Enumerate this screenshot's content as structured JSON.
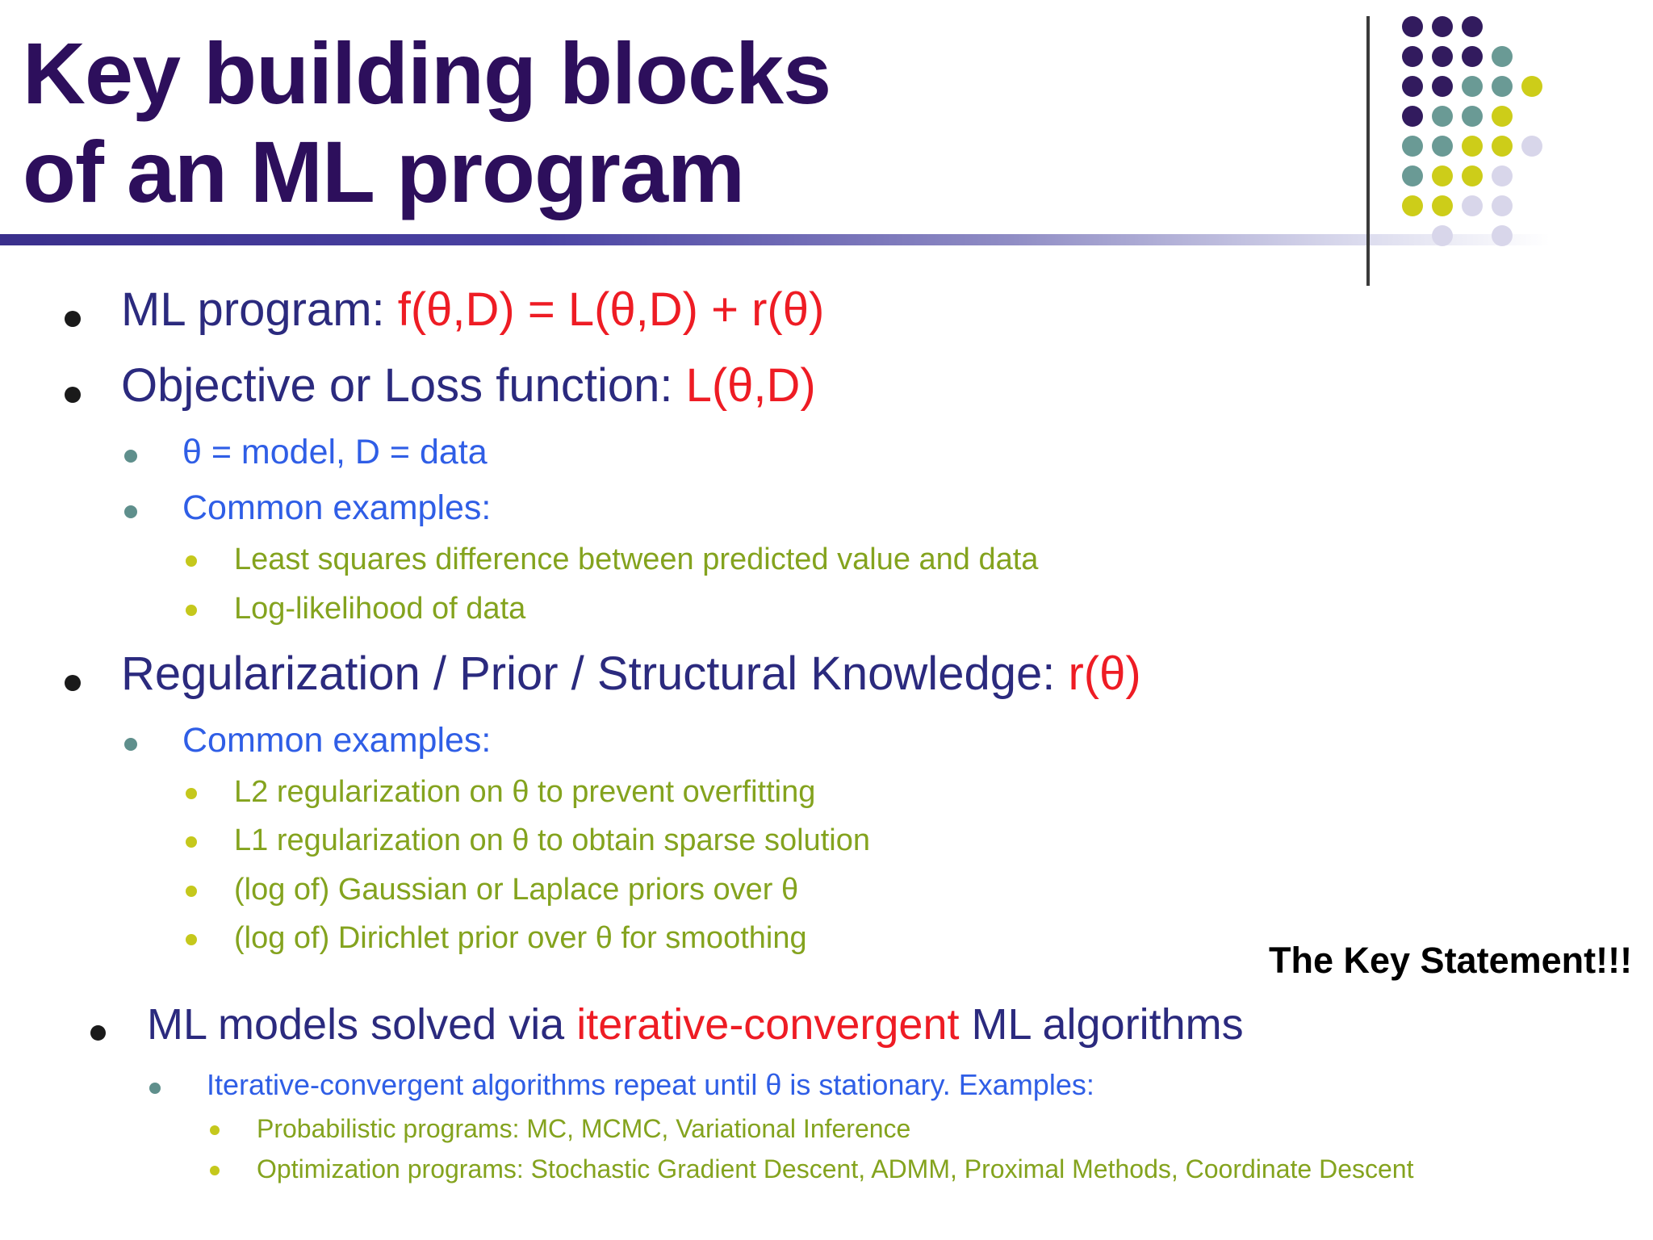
{
  "slide": {
    "title_lines": [
      "Key building blocks",
      "of an ML program"
    ],
    "sections": [
      {
        "heading": {
          "prefix": "ML program: ",
          "formula": "f(θ,D) = L(θ,D) + r(θ)"
        }
      },
      {
        "heading": {
          "prefix": "Objective or Loss function: ",
          "formula": "L(θ,D)"
        },
        "sub": [
          {
            "text": "θ = model, D = data"
          },
          {
            "text": "Common examples:",
            "items": [
              "Least squares difference between predicted value and data",
              "Log-likelihood of data"
            ]
          }
        ]
      },
      {
        "heading": {
          "prefix": "Regularization / Prior / Structural Knowledge: ",
          "formula": "r(θ)"
        },
        "sub": [
          {
            "text": "Common examples:",
            "items": [
              "L2 regularization on θ to prevent overfitting",
              "L1 regularization on θ to obtain sparse solution",
              "(log of) Gaussian or Laplace priors over θ",
              "(log of) Dirichlet prior over θ for smoothing"
            ]
          }
        ]
      },
      {
        "heading": {
          "prefix": "ML models solved via ",
          "highlight": "iterative-convergent",
          "suffix": " ML algorithms"
        },
        "sub": [
          {
            "text": "Iterative-convergent algorithms repeat until θ is stationary. Examples:",
            "items": [
              "Probabilistic programs: MC, MCMC, Variational Inference",
              "Optimization programs: Stochastic Gradient Descent, ADMM, Proximal Methods, Coordinate Descent"
            ]
          }
        ]
      }
    ],
    "annotation": "The Key Statement!!!"
  },
  "colors": {
    "title": "#2d0f5c",
    "level1_text": "#2b2a7e",
    "level2_text": "#2f5ee6",
    "level3_text": "#84a31e",
    "formula": "#ee1c24",
    "bullet1": "#1a1a1a",
    "bullet2": "#5f8f8c",
    "bullet3": "#c5c81c",
    "dot_purple": "#321b5e",
    "dot_teal": "#6a9a95",
    "dot_yellow": "#cdcd19",
    "dot_lavender": "#d8d6ea"
  }
}
